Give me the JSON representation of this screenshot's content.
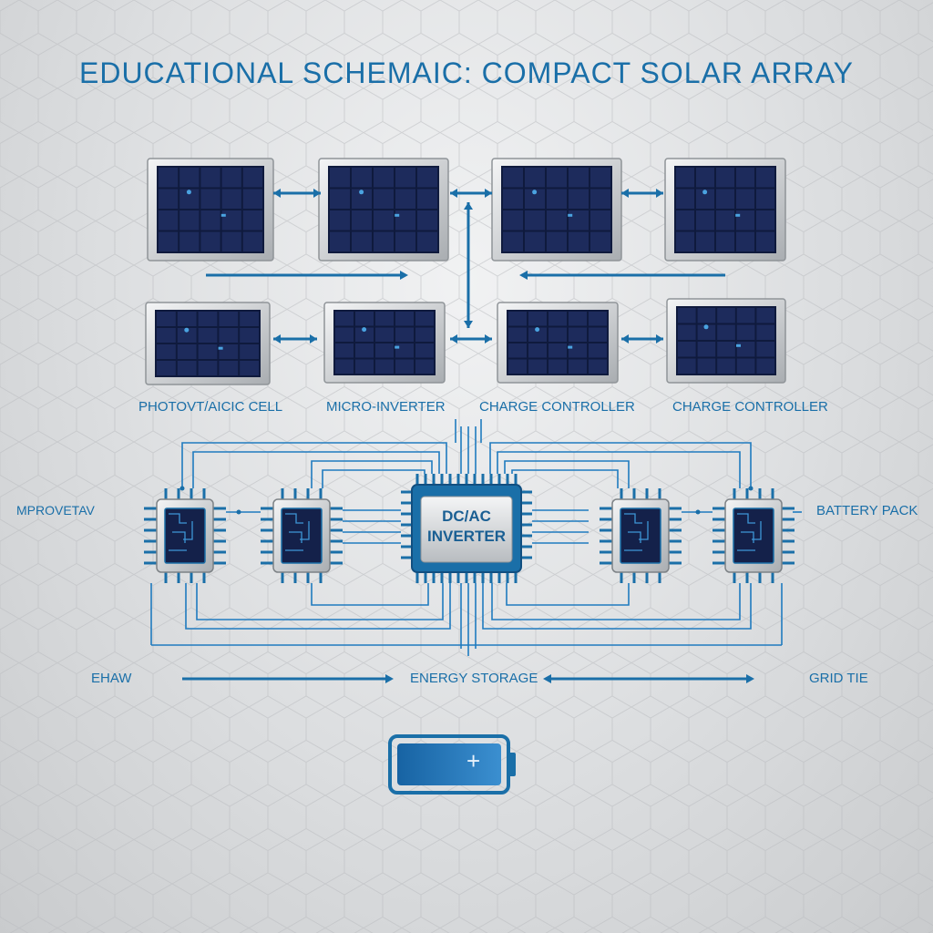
{
  "title": "EDUCATIONAL SCHEMAIC: COMPACT SOLAR ARRAY",
  "panel_labels": [
    "PHOTOVT/AICIC CELL",
    "MICRO-INVERTER",
    "CHARGE CONTROLLER",
    "CHARGE CONTROLLER"
  ],
  "side_labels": {
    "left_chip": "MPROVETAV",
    "right_chip": "BATTERY PACK"
  },
  "inverter_label": [
    "DC/AC",
    "INVERTER"
  ],
  "flow_labels": {
    "left": "EHAW",
    "center": "ENERGY STORAGE",
    "right": "GRID TIE"
  },
  "battery_symbol": "+",
  "colors": {
    "accent": "#1a6fa8",
    "panel_cell": "#1d2b5c",
    "frame": "#c8ccd0",
    "background": "#dcdee0"
  },
  "icons": [
    "solar-panel-icon",
    "chip-icon",
    "inverter-icon",
    "battery-icon"
  ]
}
